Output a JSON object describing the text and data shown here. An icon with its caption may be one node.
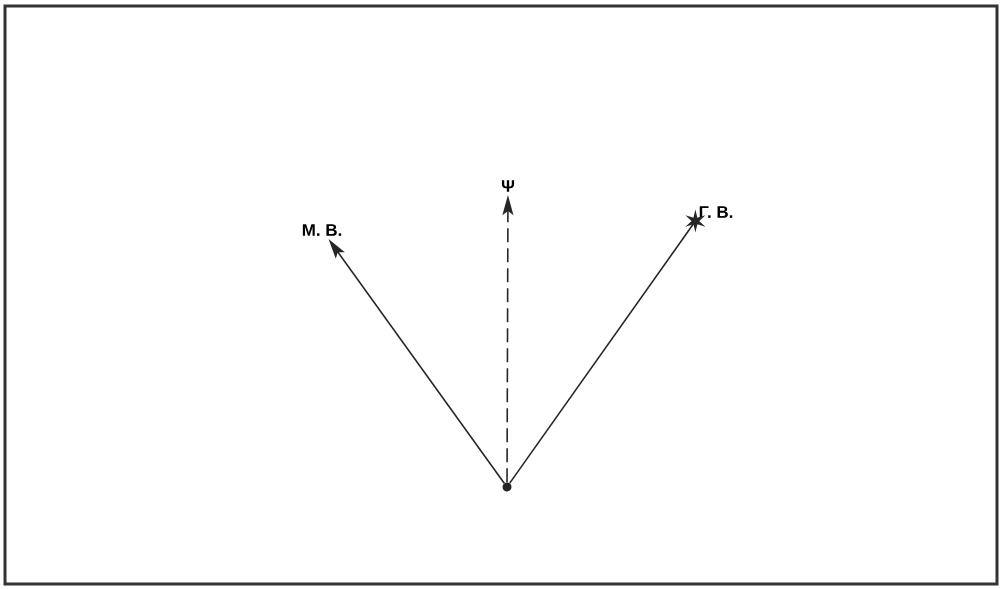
{
  "diagram": {
    "nodes": [
      {
        "text": [],
        "shape": "circle"
      },
      {
        "text": [
          "Μ. Β."
        ]
      },
      {
        "text": [
          "Ψ"
        ]
      },
      {
        "text": [
          "Γ. Β."
        ]
      }
    ],
    "edges": [
      {
        "from": 0,
        "to": 1,
        "arrow": "to"
      },
      {
        "from": 0,
        "to": 2,
        "arrow": "to",
        "style": "dashed"
      },
      {
        "from": 0,
        "to": 3,
        "arrow": "other"
      }
    ]
  }
}
